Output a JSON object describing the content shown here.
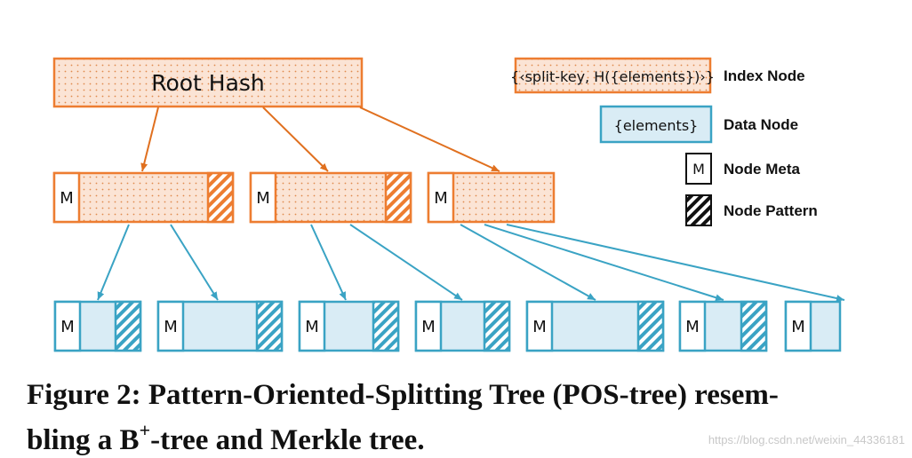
{
  "diagram": {
    "root": {
      "label": "Root Hash"
    },
    "meta_label": "M",
    "legend": {
      "index_node": {
        "sample": "{‹split-key, H({elements})›}",
        "label": "Index Node"
      },
      "data_node": {
        "sample": "{elements}",
        "label": "Data Node"
      },
      "node_meta": {
        "sample": "M",
        "label": "Node Meta"
      },
      "node_pattern": {
        "label": "Node Pattern"
      }
    }
  },
  "caption": {
    "line1": "Figure 2:  Pattern-Oriented-Splitting Tree (POS-tree) resem-",
    "line2_pre": "bling a B",
    "line2_sup": "+",
    "line2_post": "-tree and Merkle tree."
  },
  "watermark": "https://blog.csdn.net/weixin_44336181",
  "colors": {
    "index_border": "#ED7D31",
    "index_fill": "#FBE4D5",
    "data_border": "#3AA3C4",
    "data_fill": "#D9ECF5"
  }
}
